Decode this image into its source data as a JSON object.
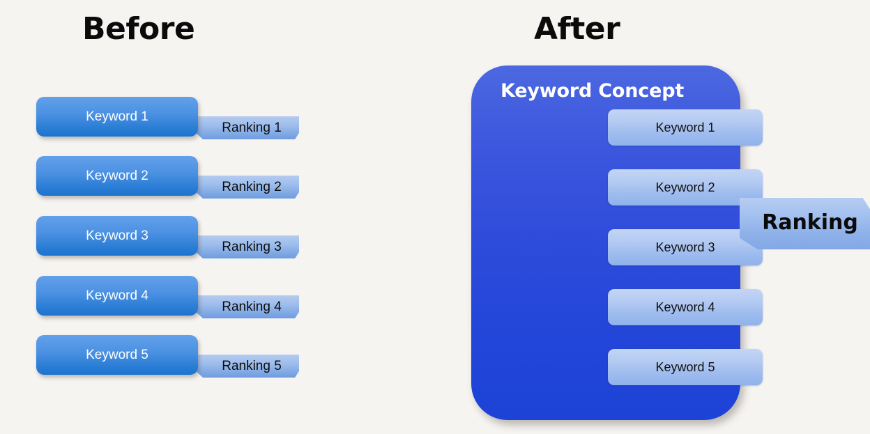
{
  "background_color": "#f6f4f1",
  "sections": {
    "before": {
      "title": "Before",
      "rows": [
        {
          "keyword": "Keyword 1",
          "ranking": "Ranking 1"
        },
        {
          "keyword": "Keyword 2",
          "ranking": "Ranking 2"
        },
        {
          "keyword": "Keyword 3",
          "ranking": "Ranking 3"
        },
        {
          "keyword": "Keyword 4",
          "ranking": "Ranking 4"
        },
        {
          "keyword": "Keyword 5",
          "ranking": "Ranking 5"
        }
      ]
    },
    "after": {
      "title": "After",
      "card": {
        "heading": "Keyword Concept",
        "keywords": [
          "Keyword 1",
          "Keyword 2",
          "Keyword 3",
          "Keyword 4",
          "Keyword 5"
        ]
      },
      "ranking_flag": "Ranking"
    }
  },
  "colors": {
    "keyword_pill_top": "#63a0ea",
    "keyword_pill_bottom": "#1d73cf",
    "keyword_pill_text": "#ffffff",
    "ranking_tag_top": "#b4cbf0",
    "ranking_tag_bottom": "#6f9cdf",
    "ranking_tag_text": "#0c0c0c",
    "concept_card_top": "#4c68e0",
    "concept_card_bottom": "#1d42d6",
    "concept_heading_text": "#ffffff",
    "inner_pill_top": "#c3d5f5",
    "inner_pill_bottom": "#90b2ec",
    "inner_pill_text": "#101010",
    "title_text": "#0b0b0b"
  }
}
